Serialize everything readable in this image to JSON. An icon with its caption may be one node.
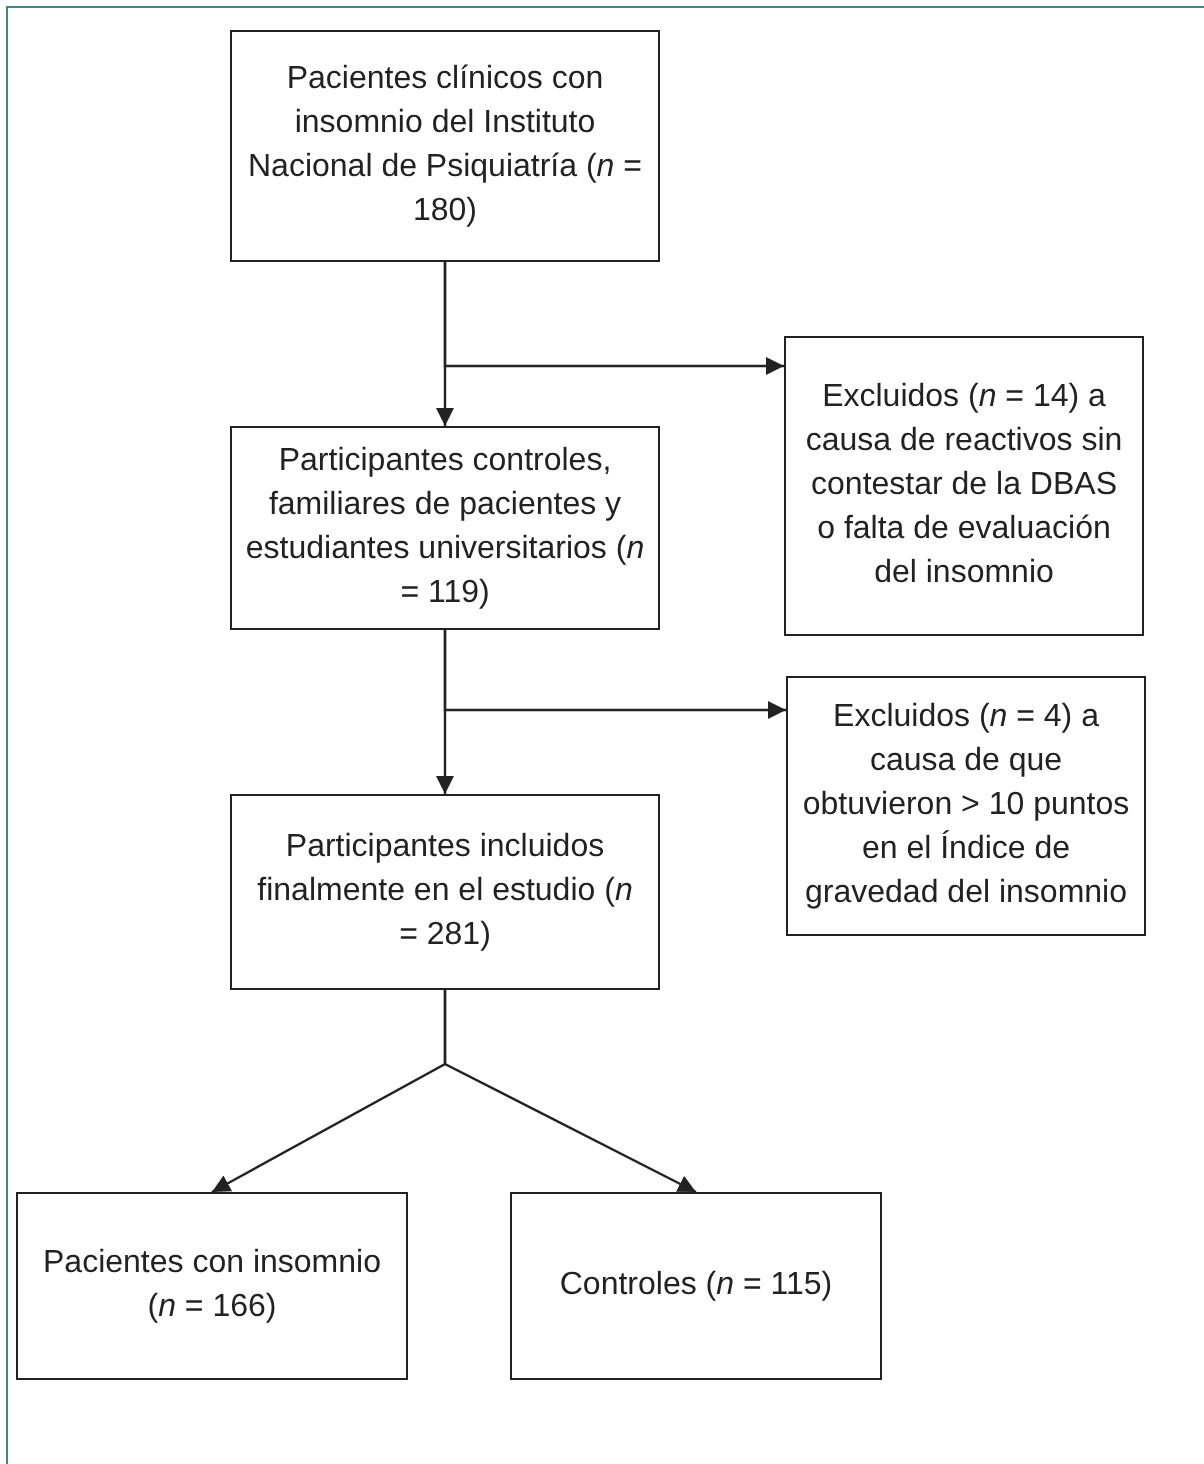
{
  "diagram": {
    "nodes": [
      {
        "text": [
          "Pacientes clínicos con insomnio del Instituto Nacional de Psiquiatría (*n* = 180)"
        ]
      },
      {
        "text": [
          "Excluidos (*n* = 14) a causa de reactivos sin contestar de la DBAS o falta de evaluación del insomnio"
        ]
      },
      {
        "text": [
          "Participantes controles, familiares de pacientes y estudiantes universitarios (*n* = 119)"
        ]
      },
      {
        "text": [
          "Excluidos (*n* = 4) a causa de que obtuvieron > 10 puntos en el Índice de gravedad del insomnio"
        ]
      },
      {
        "text": [
          "Participantes incluidos finalmente en el estudio (*n* = 281)"
        ]
      },
      {
        "text": [
          "Pacientes con insomnio (*n* = 166)"
        ]
      },
      {
        "text": [
          "Controles (*n* = 115)"
        ]
      }
    ],
    "edges": [
      {
        "from": 0,
        "to": 2,
        "arrow": "to"
      },
      {
        "from": 0,
        "to": 1,
        "arrow": "to"
      },
      {
        "from": 2,
        "to": 4,
        "arrow": "to"
      },
      {
        "from": 2,
        "to": 3,
        "arrow": "to"
      },
      {
        "from": 4,
        "to": 5,
        "arrow": "to"
      },
      {
        "from": 4,
        "to": 6,
        "arrow": "to"
      }
    ]
  }
}
